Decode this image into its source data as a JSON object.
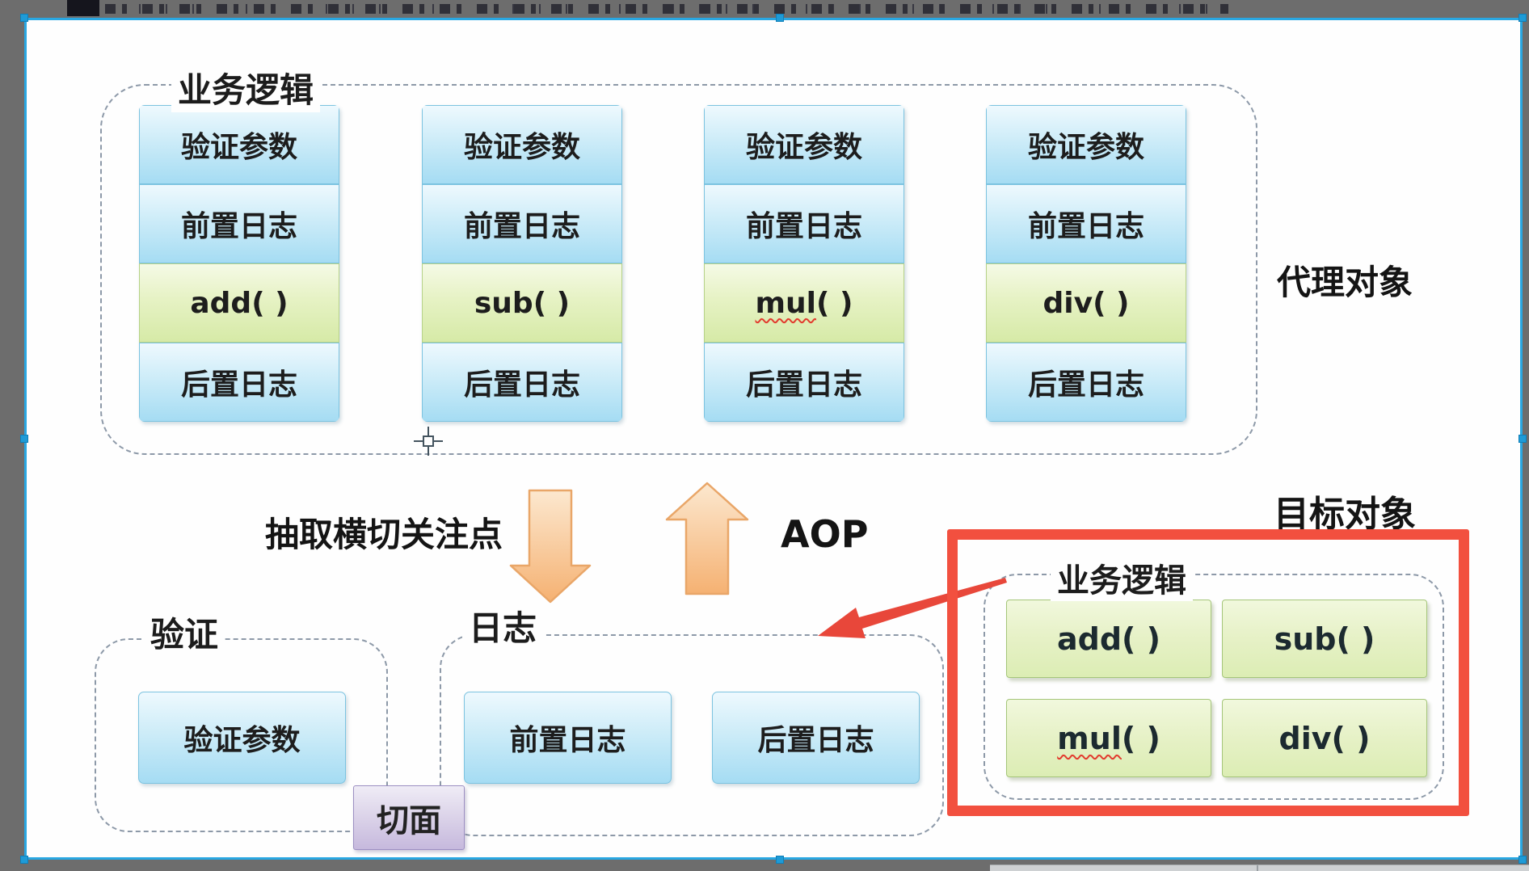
{
  "proxy_section": {
    "container_label": "业务逻辑",
    "side_label": "代理对象",
    "columns": [
      {
        "validate": "验证参数",
        "before_log": "前置日志",
        "fn_word": "add",
        "fn_rest": " ( )",
        "after_log": "后置日志"
      },
      {
        "validate": "验证参数",
        "before_log": "前置日志",
        "fn_word": "sub",
        "fn_rest": " ( )",
        "after_log": "后置日志"
      },
      {
        "validate": "验证参数",
        "before_log": "前置日志",
        "fn_word": "mul",
        "fn_rest": " ( )",
        "after_log": "后置日志"
      },
      {
        "validate": "验证参数",
        "before_log": "前置日志",
        "fn_word": "div",
        "fn_rest": " ( )",
        "after_log": "后置日志"
      }
    ]
  },
  "transform": {
    "extract_label": "抽取横切关注点",
    "aop_label": "AOP"
  },
  "aspect_section": {
    "validation_label": "验证",
    "validation_box": "验证参数",
    "log_label": "日志",
    "before_log_box": "前置日志",
    "after_log_box": "后置日志",
    "aspect_badge": "切面"
  },
  "target_section": {
    "side_label": "目标对象",
    "container_label": "业务逻辑",
    "methods": [
      {
        "word": "add",
        "rest": " ( )"
      },
      {
        "word": "sub",
        "rest": " ( )"
      },
      {
        "word": "mul",
        "rest": " ( )"
      },
      {
        "word": "div",
        "rest": " ( )"
      }
    ]
  },
  "colors": {
    "selection_blue": "#29a7e2",
    "blue_box_top": "#eef9fe",
    "blue_box_bottom": "#a5dcf3",
    "green_box_top": "#f5fae6",
    "green_box_bottom": "#d6eaa7",
    "purple_top": "#efecf6",
    "purple_bottom": "#c6b9dd",
    "orange_arrow": "#f5b679",
    "red_accent": "#f2503f",
    "dashed_gray": "#8d99a8"
  }
}
